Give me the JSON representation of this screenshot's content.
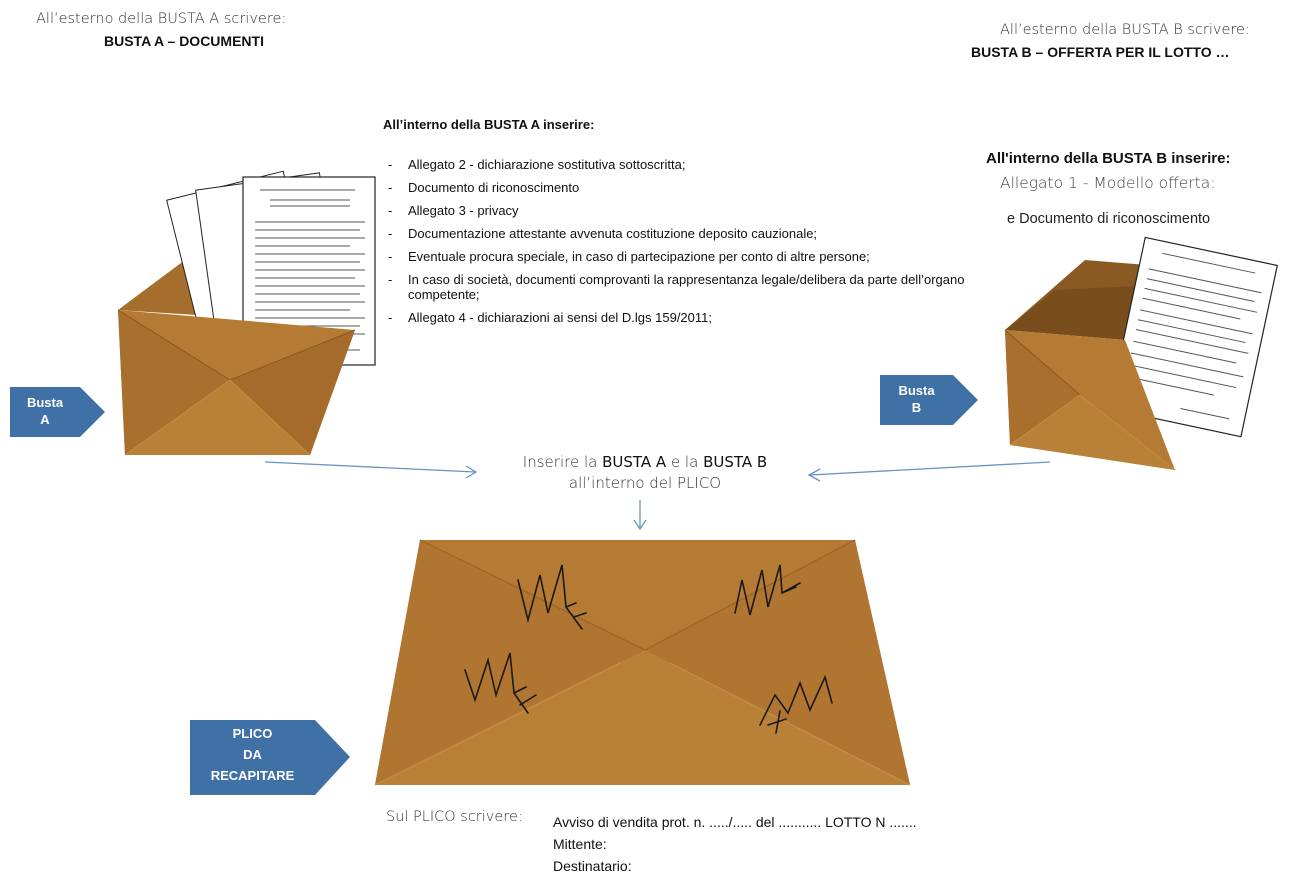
{
  "busta_a_outside": {
    "intro": "All’esterno della BUSTA  A scrivere:",
    "label": "BUSTA A – DOCUMENTI"
  },
  "busta_b_outside": {
    "intro": "All’esterno della BUSTA  B scrivere:",
    "label": "BUSTA B – OFFERTA PER IL LOTTO …"
  },
  "busta_a_inside": {
    "title": "All’interno della BUSTA A inserire:",
    "items": [
      "Allegato 2 - dichiarazione sostitutiva sottoscritta;",
      "Documento di riconoscimento",
      "Allegato 3 - privacy",
      "Documentazione attestante avvenuta costituzione deposito cauzionale;",
      "Eventuale procura speciale, in caso di partecipazione per conto di altre persone;",
      "In caso di società, documenti comprovanti la rappresentanza legale/delibera da parte dell’organo competente;",
      "Allegato 4 - dichiarazioni ai sensi del D.lgs 159/2011;"
    ]
  },
  "busta_b_inside": {
    "title": "All'interno della BUSTA B inserire:",
    "line1": "Allegato 1 - Modello offerta:",
    "line2": "e Documento di riconoscimento"
  },
  "tags": {
    "busta_a_line1": "Busta",
    "busta_a_line2": "A",
    "busta_b_line1": "Busta",
    "busta_b_line2": "B",
    "plico_line1": "PLICO",
    "plico_line2": "DA",
    "plico_line3": "RECAPITARE"
  },
  "center": {
    "pre": "Inserire la ",
    "busta_a": "BUSTA A",
    "mid": " e la ",
    "busta_b": "BUSTA B",
    "line2": "all’interno del PLICO"
  },
  "plico_instructions": {
    "label": "Sul PLICO scrivere:",
    "line1": "Avviso di vendita prot. n. ...../.....  del ........... LOTTO N .......",
    "line2": "Mittente:",
    "line3": "Destinatario:"
  },
  "colors": {
    "envelope": "#b57a33",
    "envelope_dark": "#8a5a22",
    "tag_blue": "#3f70a6",
    "arrow": "#6b93bf"
  }
}
